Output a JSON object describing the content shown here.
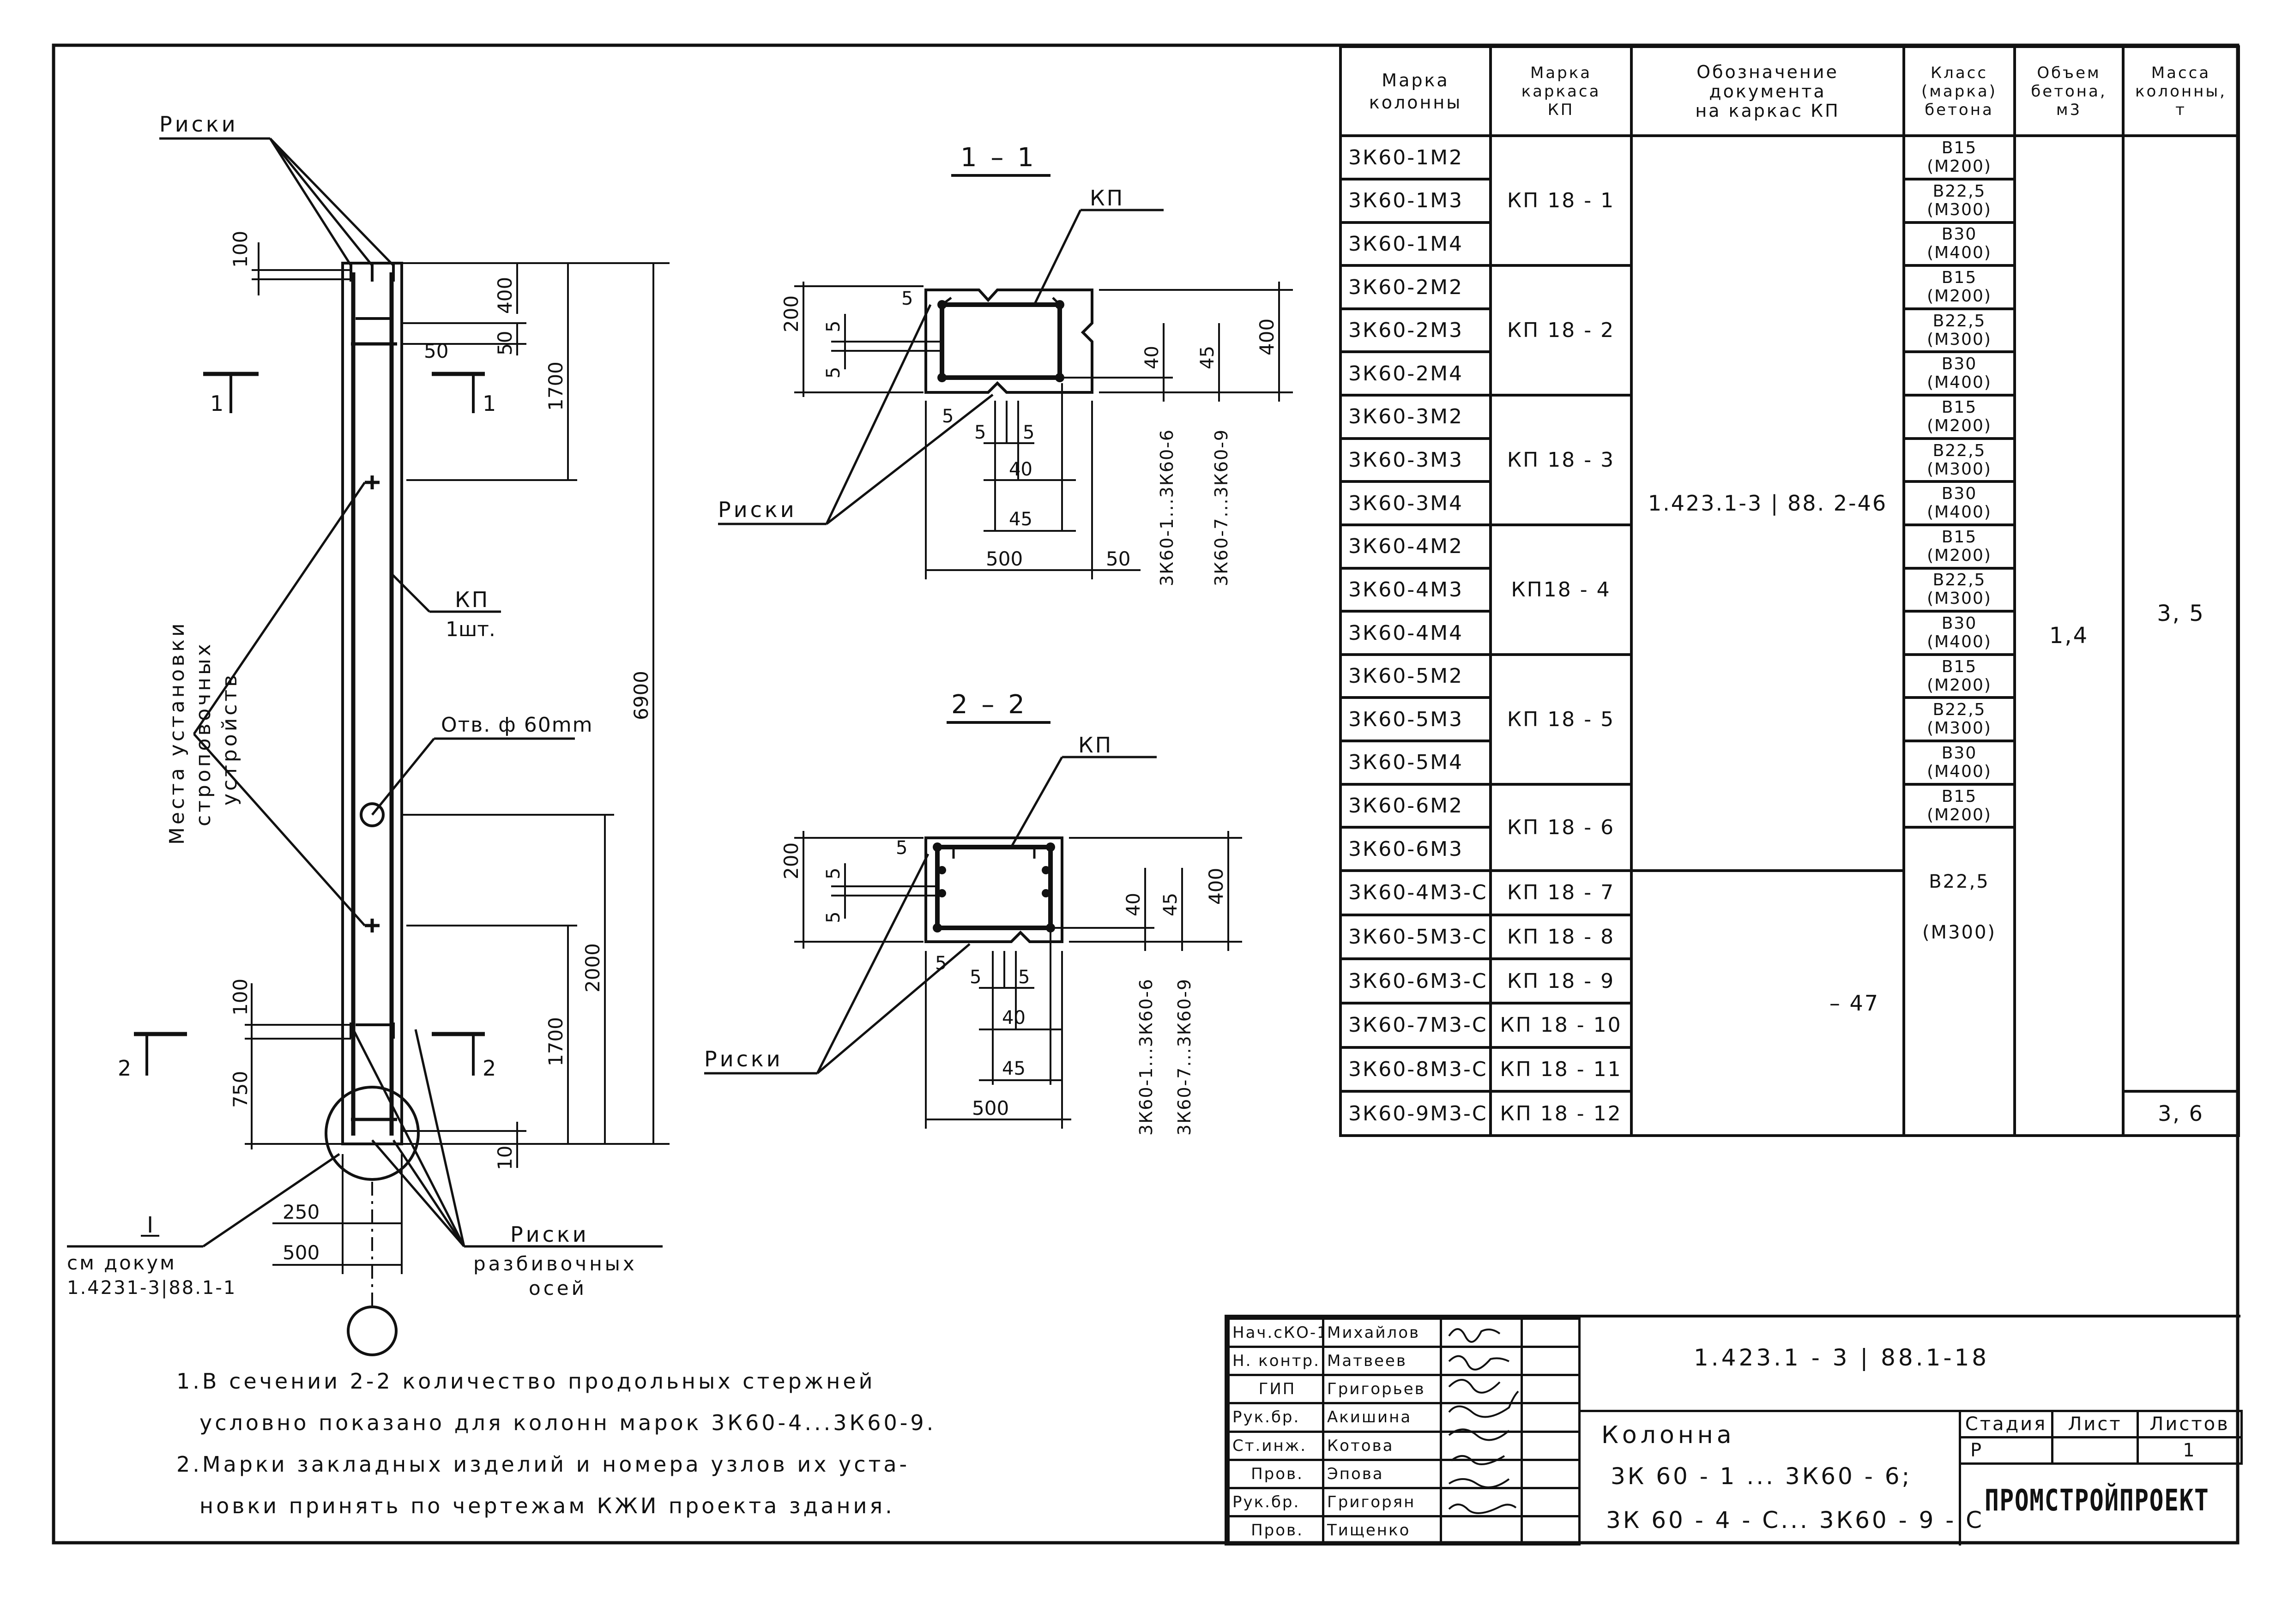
{
  "drawing": {
    "rim_label": "Риски",
    "rim_label_lower": "Риски",
    "axes_label_line1": "Риски",
    "axes_label_line2": "разбивочных",
    "axes_label_line3": "осей",
    "section_mark_1": "1",
    "section_mark_2": "2",
    "node_mark": "I",
    "node_ref_line1": "см докум",
    "node_ref_line2": "1.4231-3|88.1-1",
    "cage_label": "КП",
    "cage_qty": "1шт.",
    "hole_label": "Отв. ф 60mm",
    "lifting_line1": "Места установки",
    "lifting_line2": "строповочных",
    "lifting_line3": "устройств",
    "dims": {
      "d100_top": "100",
      "d400_top": "400",
      "d50_a": "50",
      "d50_b": "50",
      "d1700_top": "1700",
      "d6900": "6900",
      "d2000": "2000",
      "d100_bot": "100",
      "d750": "750",
      "d1700_bot": "1700",
      "d10": "10",
      "d250": "250",
      "d500": "500"
    }
  },
  "section_1": {
    "title": "1 – 1",
    "cage": "КП",
    "rims": "Риски",
    "d200": "200",
    "d5a": "5",
    "d5b": "5",
    "d5c": "5",
    "d5d": "5",
    "d5e": "5",
    "d40": "40",
    "d45": "45",
    "d500": "500",
    "d50": "50",
    "d40v": "40",
    "d45v": "45",
    "d400": "400",
    "range_a": "3К60-1...3К60-6",
    "range_b": "3К60-7...3К60-9"
  },
  "section_2": {
    "title": "2 – 2",
    "cage": "КП",
    "rims": "Риски",
    "d200": "200",
    "d5a": "5",
    "d5b": "5",
    "d5c": "5",
    "d5d": "5",
    "d5e": "5",
    "d40": "40",
    "d45": "45",
    "d500": "500",
    "d40v": "40",
    "d45v": "45",
    "d400": "400",
    "range_a": "3К60-1...3К60-6",
    "range_b": "3К60-7...3К60-9"
  },
  "schedule": {
    "headers": {
      "col1_l1": "Марка",
      "col1_l2": "колонны",
      "col2_l1": "Марка",
      "col2_l2": "каркаса",
      "col2_l3": "КП",
      "col3_l1": "Обозначение",
      "col3_l2": "документа",
      "col3_l3": "на каркас КП",
      "col4_l1": "Класс",
      "col4_l2": "(марка)",
      "col4_l3": "бетона",
      "col5_l1": "Объем",
      "col5_l2": "бетона,",
      "col5_l3": "м3",
      "col6_l1": "Масса",
      "col6_l2": "колонны,",
      "col6_l3": "т"
    },
    "marks": [
      "3К60-1М2",
      "3К60-1М3",
      "3К60-1М4",
      "3К60-2М2",
      "3К60-2М3",
      "3К60-2М4",
      "3К60-3М2",
      "3К60-3М3",
      "3К60-3М4",
      "3К60-4М2",
      "3К60-4М3",
      "3К60-4М4",
      "3К60-5М2",
      "3К60-5М3",
      "3К60-5М4",
      "3К60-6М2",
      "3К60-6М3",
      "3К60-4М3-С",
      "3К60-5М3-С",
      "3К60-6М3-С",
      "3К60-7М3-С",
      "3К60-8М3-С",
      "3К60-9М3-С"
    ],
    "cages": [
      "КП 18 - 1",
      "КП 18 - 2",
      "КП 18 - 3",
      "КП18 - 4",
      "КП 18 - 5",
      "КП 18 - 6",
      "КП 18 - 7",
      "КП 18 - 8",
      "КП 18 - 9",
      "КП 18 - 10",
      "КП 18 - 11",
      "КП 18 - 12"
    ],
    "doc_main": "1.423.1-3 | 88. 2-46",
    "doc_second": "– 47",
    "classes": [
      [
        "В15",
        "(М200)"
      ],
      [
        "В22,5",
        "(М300)"
      ],
      [
        "В30",
        "(М400)"
      ],
      [
        "В15",
        "(М200)"
      ],
      [
        "В22,5",
        "(М300)"
      ],
      [
        "В30",
        "(М400)"
      ],
      [
        "В15",
        "(М200)"
      ],
      [
        "В22,5",
        "(М300)"
      ],
      [
        "В30",
        "(М400)"
      ],
      [
        "В15",
        "(М200)"
      ],
      [
        "В22,5",
        "(М300)"
      ],
      [
        "В30",
        "(М400)"
      ],
      [
        "В15",
        "(М200)"
      ],
      [
        "В22,5",
        "(М300)"
      ],
      [
        "В30",
        "(М400)"
      ],
      [
        "В15",
        "(М200)"
      ]
    ],
    "class_merged_l1": "В22,5",
    "class_merged_l2": "(М300)",
    "volume": "1,4",
    "mass_main": "3, 5",
    "mass_last": "3, 6"
  },
  "notes": {
    "n1_l1": "1.В сечении 2-2 количество продольных стержней",
    "n1_l2": "условно показано для колонн марок 3К60-4...3К60-9.",
    "n2_l1": "2.Марки закладных изделий и номера узлов их уста-",
    "n2_l2": "новки принять по чертежам КЖИ проекта здания."
  },
  "title_block": {
    "roles": [
      "Нач.сКО-1",
      "Н. контр.",
      "ГИП",
      "Рук.бр.",
      "Ст.инж.",
      "Пров.",
      "Рук.бр.",
      "Пров."
    ],
    "names": [
      "Михайлов",
      "Матвеев",
      "Григорьев",
      "Акишина",
      "Котова",
      "Эпова",
      "Григорян",
      "Тищенко"
    ],
    "doc_code": "1.423.1 - 3 | 88.1-18",
    "name": "Колонна",
    "range_1": "3К 60 - 1 ... 3К60 - 6;",
    "range_2": "3К 60 - 4 - С... 3К60 - 9 - С",
    "stage_h": "Стадия",
    "sheet_h": "Лист",
    "sheets_h": "Листов",
    "stage_v": "Р",
    "sheet_v": "",
    "sheets_v": "1",
    "org": "ПРОМСТРОЙПРОЕКТ"
  }
}
